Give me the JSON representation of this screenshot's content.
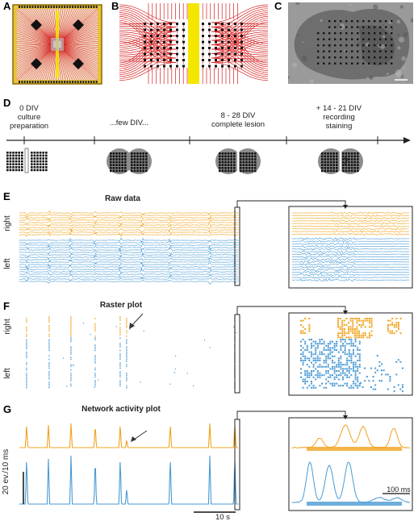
{
  "panels": {
    "A": "A",
    "B": "B",
    "C": "C",
    "D": "D",
    "E": "E",
    "F": "F",
    "G": "G"
  },
  "timeline": {
    "stages": [
      {
        "lines": [
          "0 DIV",
          "culture",
          "preparation"
        ]
      },
      {
        "lines": [
          "...few DIV..."
        ]
      },
      {
        "lines": [
          "8 - 28 DIV",
          "complete lesion"
        ]
      },
      {
        "lines": [
          "+ 14 - 21 DIV",
          "recording",
          "staining"
        ]
      }
    ],
    "question_mark": "?"
  },
  "raw": {
    "title": "Raw data",
    "labels": {
      "top": "right",
      "bottom": "left"
    }
  },
  "raster": {
    "title": "Raster plot",
    "labels": {
      "top": "right",
      "bottom": "left"
    }
  },
  "network": {
    "title": "Network activity plot",
    "ylabel": "20 ev./10 ms",
    "scale_time": "10 s",
    "scale_zoom": "100 ms"
  },
  "colors": {
    "right": "#f0a31e",
    "left": "#4a9ad4",
    "electrode_red": "#d42020",
    "yellow_strip": "#f5e600",
    "chip_frame": "#c8a000"
  }
}
